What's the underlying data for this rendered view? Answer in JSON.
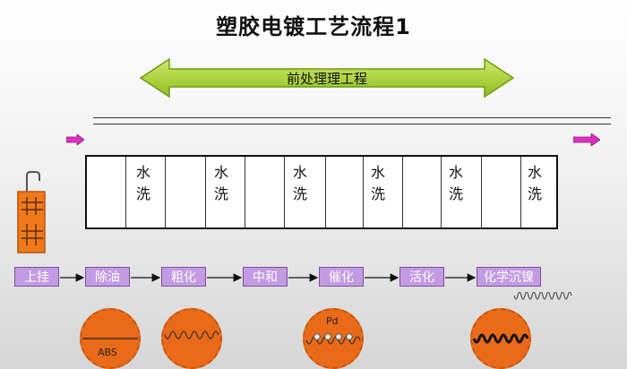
{
  "title": "塑胶电镀工艺流程1",
  "pretreatment_label": "前处理理工程",
  "wash_label": "水洗",
  "wash_char_1": "水",
  "wash_char_2": "洗",
  "steps": [
    {
      "label": "上挂"
    },
    {
      "label": "除油"
    },
    {
      "label": "粗化"
    },
    {
      "label": "中和"
    },
    {
      "label": "催化"
    },
    {
      "label": "活化"
    },
    {
      "label": "化学沉镍"
    }
  ],
  "substrate_labels": {
    "abs": "ABS",
    "pd": "Pd"
  },
  "colors": {
    "arrow_green": "#a8d23a",
    "step_purple": "#c39be3",
    "disc_orange": "#e96a18",
    "flow_magenta": "#e030c0"
  }
}
